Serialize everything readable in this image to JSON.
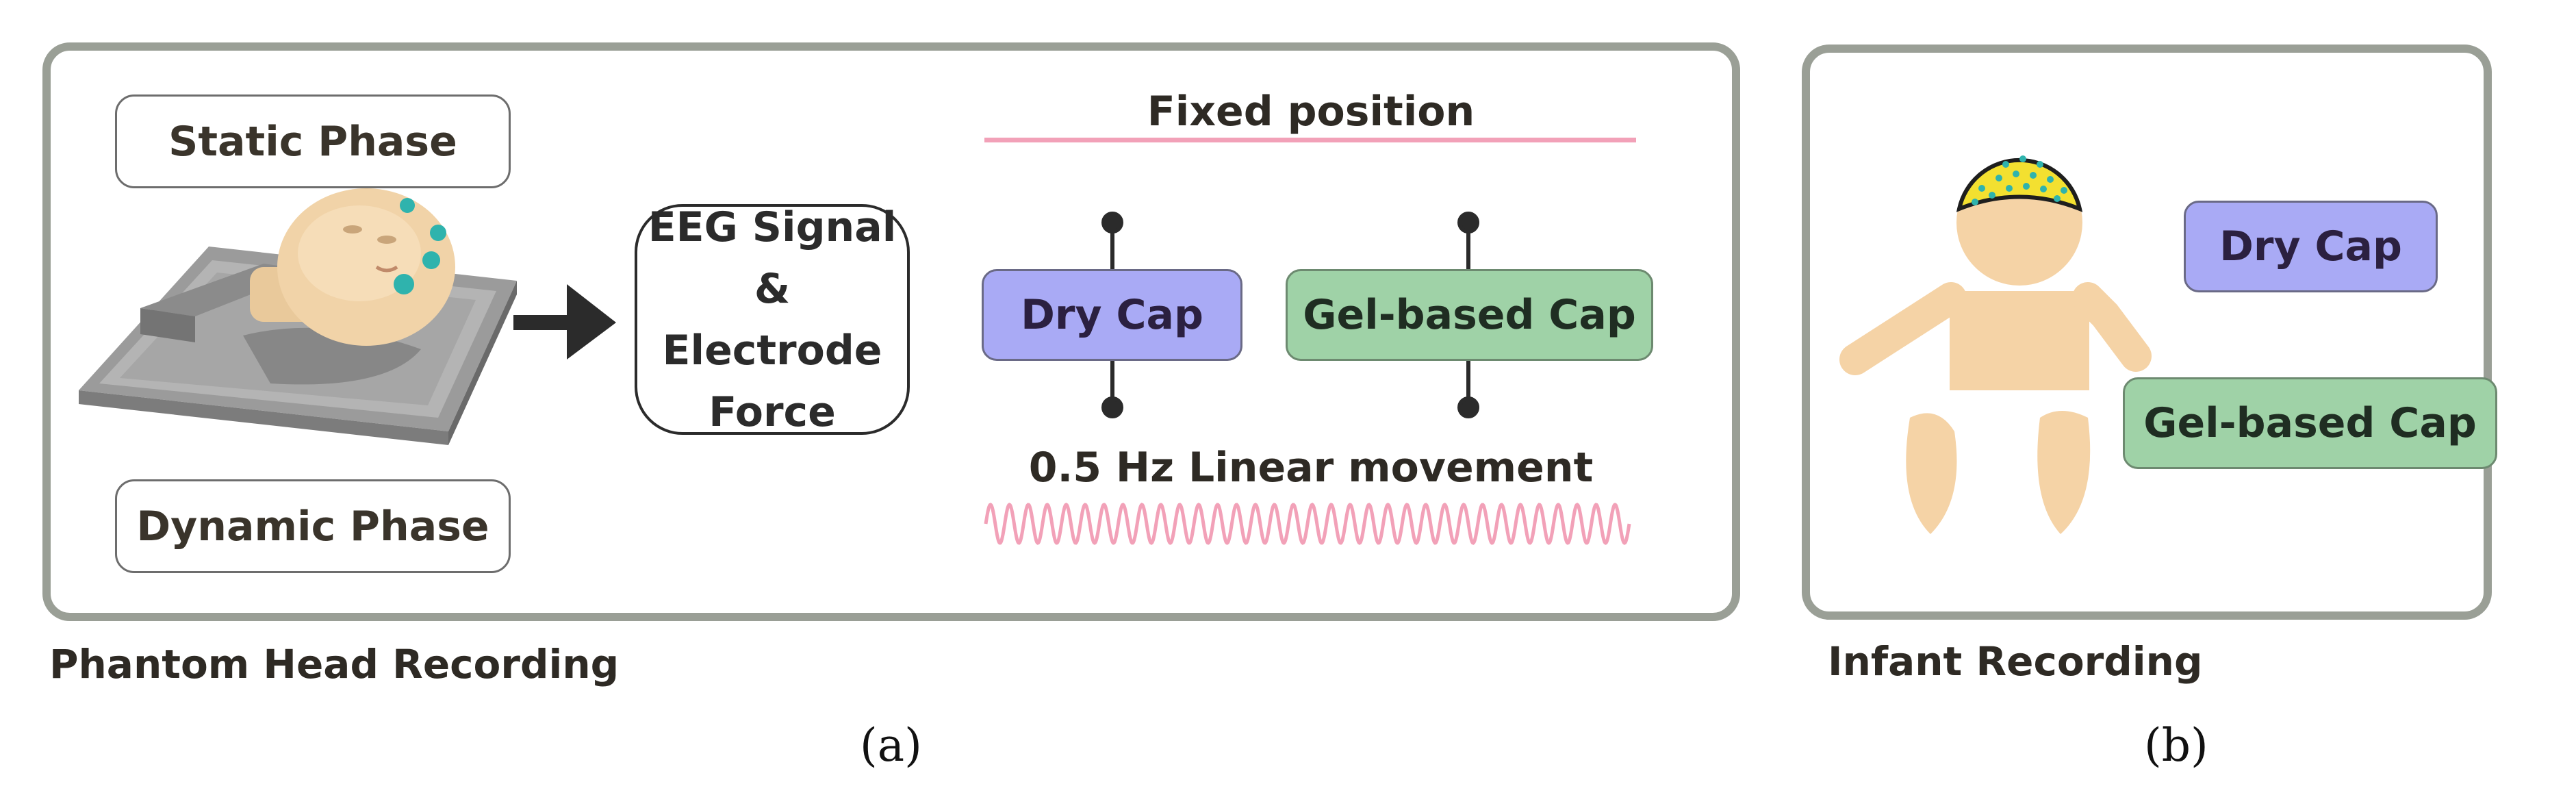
{
  "panel_a": {
    "static_phase": "Static Phase",
    "dynamic_phase": "Dynamic Phase",
    "signal_box": [
      "EEG Signal",
      "& Electrode",
      "Force"
    ],
    "fixed_position": "Fixed position",
    "dry_cap": "Dry Cap",
    "gel_cap": "Gel-based Cap",
    "movement": "0.5 Hz Linear movement",
    "caption": "Phantom Head Recording",
    "sublabel": "(a)"
  },
  "panel_b": {
    "dry_cap": "Dry Cap",
    "gel_cap": "Gel-based Cap",
    "caption": "Infant Recording",
    "sublabel": "(b)"
  },
  "colors": {
    "panel_border": "#9a9f96",
    "dry_cap": "#a9aaf5",
    "gel_cap": "#9fd2a7",
    "pink_line": "#f2a1b8",
    "infant_skin": "#f5d3a6",
    "cap_yellow": "#f3e030",
    "electrode_teal": "#2fb3ad"
  }
}
